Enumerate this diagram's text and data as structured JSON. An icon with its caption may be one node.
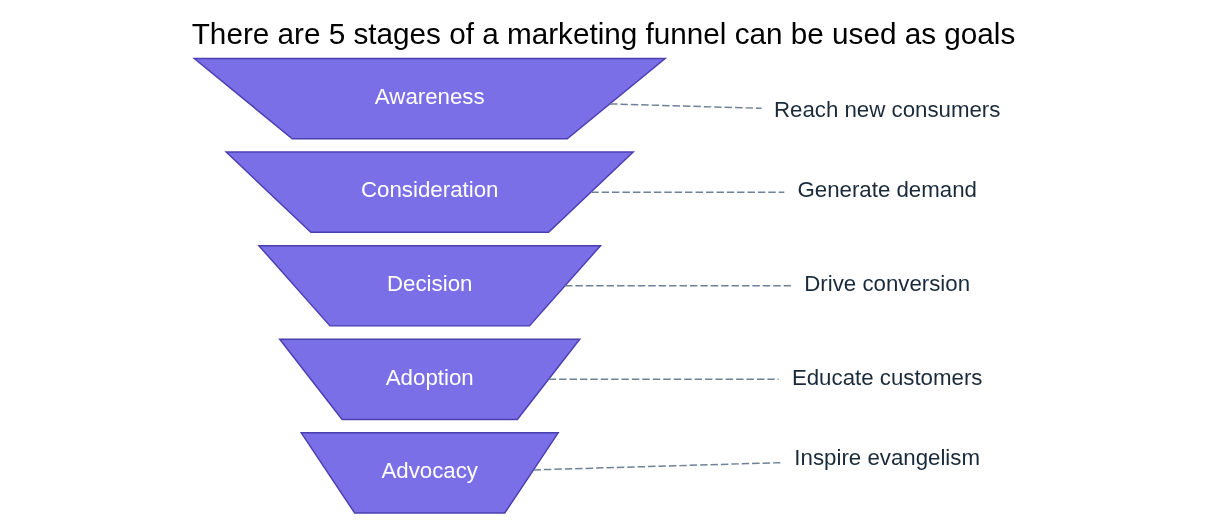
{
  "diagram": {
    "title": "There are 5 stages of a marketing funnel can be used as goals",
    "nodes": [
      {
        "text": [
          "Awareness"
        ]
      },
      {
        "text": [
          "Consideration"
        ]
      },
      {
        "text": [
          "Decision"
        ]
      },
      {
        "text": [
          "Adoption"
        ]
      },
      {
        "text": [
          "Advocacy"
        ]
      },
      {
        "text": [
          "Reach new consumers"
        ]
      },
      {
        "text": [
          "Generate demand"
        ]
      },
      {
        "text": [
          "Drive conversion"
        ]
      },
      {
        "text": [
          "Educate customers"
        ]
      },
      {
        "text": [
          "Inspire evangelism"
        ]
      }
    ],
    "edges": [
      {
        "from": 0,
        "to": 5,
        "arrow": "none",
        "style": "dashed"
      },
      {
        "from": 1,
        "to": 6,
        "arrow": "none",
        "style": "dashed"
      },
      {
        "from": 2,
        "to": 7,
        "arrow": "none",
        "style": "dashed"
      },
      {
        "from": 3,
        "to": 8,
        "arrow": "none",
        "style": "dashed"
      },
      {
        "from": 4,
        "to": 9,
        "arrow": "none",
        "style": "dashed"
      }
    ]
  }
}
